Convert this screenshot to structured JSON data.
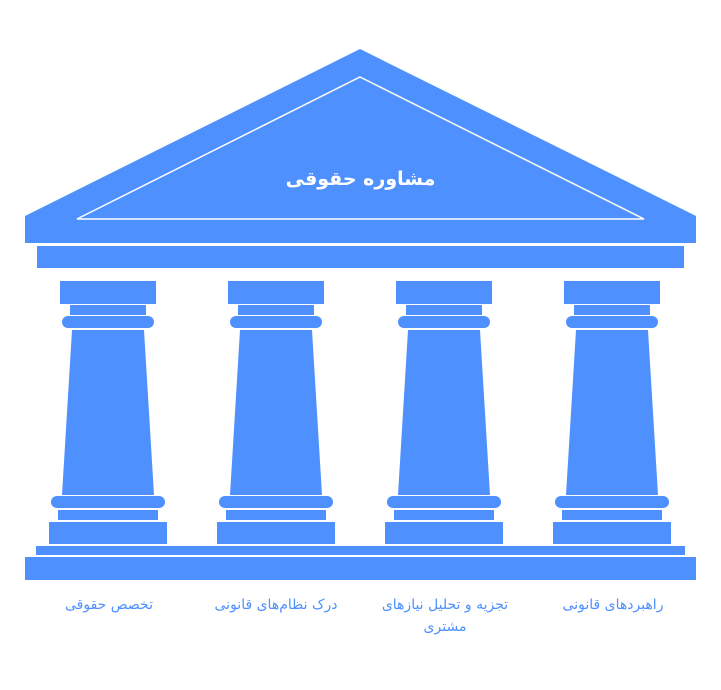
{
  "title": "مشاوره حقوقی",
  "colors": {
    "primary": "#4d90fe",
    "background": "#ffffff"
  },
  "pillars": [
    {
      "label": "راهبردهای قانونی"
    },
    {
      "label": "تجزیه و تحلیل نیازهای مشتری"
    },
    {
      "label": "درک نظام‌های قانونی"
    },
    {
      "label": "تخصص حقوقی"
    }
  ]
}
